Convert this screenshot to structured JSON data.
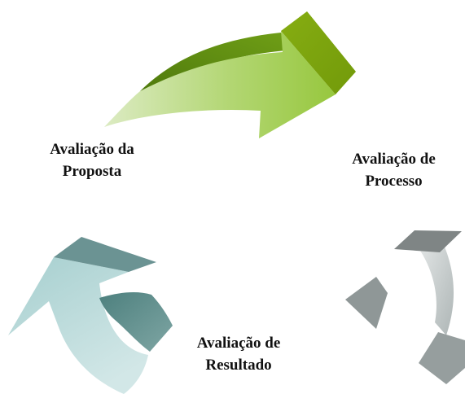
{
  "diagram": {
    "stages": [
      {
        "id": "proposta",
        "line1": "Avaliação da",
        "line2": "Proposta"
      },
      {
        "id": "processo",
        "line1": "Avaliação de",
        "line2": "Processo"
      },
      {
        "id": "resultado",
        "line1": "Avaliação de",
        "line2": "Resultado"
      }
    ],
    "colors": {
      "arrow_green": "#8fbf3a",
      "arrow_teal": "#8ab9b9",
      "arrow_gray": "#a0a6a6"
    }
  }
}
